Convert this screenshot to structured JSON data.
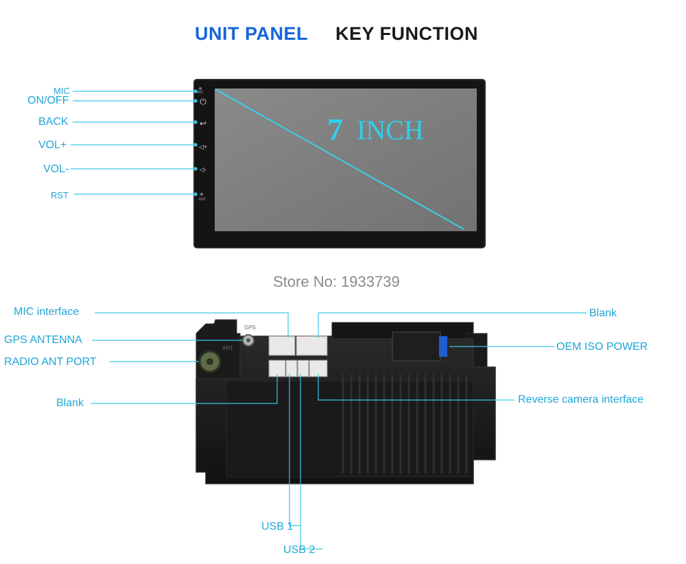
{
  "title": {
    "part1": "UNIT PANEL",
    "part2": "KEY FUNCTION",
    "part1_color": "#1565d8",
    "part2_color": "#1a1a1a"
  },
  "front_panel": {
    "screen_number": "7",
    "screen_unit": "INCH",
    "labels": {
      "mic": "MIC",
      "on_off": "ON/OFF",
      "back": "BACK",
      "vol_up": "VOL+",
      "vol_down": "VOL-",
      "rst": "RST"
    },
    "button_marks": {
      "mic": "MIC",
      "rst": "RST"
    }
  },
  "watermark": "Store No: 1933739",
  "rear_panel": {
    "labels": {
      "mic_interface": "MIC interface",
      "gps_antenna": "GPS ANTENNA",
      "radio_ant_port": "RADIO ANT PORT",
      "blank_left": "Blank",
      "blank_right": "Blank",
      "oem_iso_power": "OEM ISO POWER",
      "reverse_camera": "Reverse camera interface",
      "usb1": "USB 1",
      "usb2": "USB 2"
    },
    "housing_marks": {
      "ant": "ANT",
      "gps": "GPS"
    }
  },
  "colors": {
    "callout": "#1ea6d8",
    "line": "#37c9e6",
    "screen": "#7d7d7d",
    "bezel": "#141414"
  }
}
